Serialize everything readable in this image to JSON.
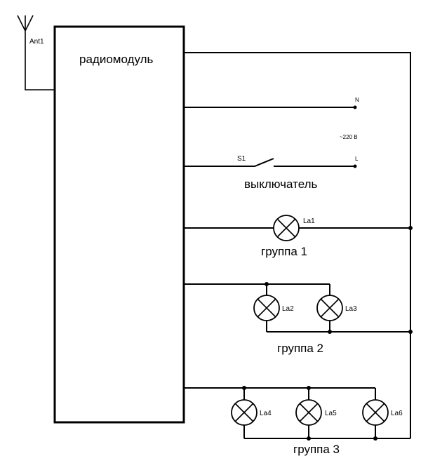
{
  "module_label": "радиомодуль",
  "antenna_label": "Ant1",
  "supply": {
    "n_label": "N",
    "voltage_label": "~220 В",
    "l_label": "L"
  },
  "switch": {
    "id_label": "S1",
    "caption": "выключатель"
  },
  "lamps": [
    "La1",
    "La2",
    "La3",
    "La4",
    "La5",
    "La6"
  ],
  "groups": [
    "группа 1",
    "группа 2",
    "группа 3"
  ]
}
